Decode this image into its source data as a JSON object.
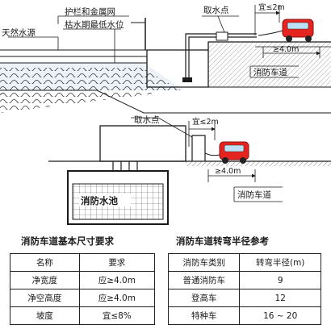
{
  "top": {
    "label_guardrail": "护栏和金属网",
    "label_natural_water": "天然水源",
    "label_dry_season_level": "枯水期最低水位",
    "label_intake": "取水点",
    "label_slope": "宜≤2m",
    "label_width": "≥4.0m",
    "label_lane": "消防车道"
  },
  "bottom": {
    "label_intake": "取水点",
    "label_slope": "宜≤2m",
    "label_width": "≥4.0m",
    "label_lane": "消防车道",
    "label_pool": "消防水池"
  },
  "table_left": {
    "title": "消防车道基本尺寸要求",
    "headers": [
      "名称",
      "要求"
    ],
    "rows": [
      [
        "净宽度",
        "应≥4.0m"
      ],
      [
        "净空高度",
        "应≥4.0m"
      ],
      [
        "坡度",
        "宜≤8%"
      ]
    ]
  },
  "table_right": {
    "title": "消防车道转弯半径参考",
    "headers": [
      "消防车类别",
      "转弯半径(m)"
    ],
    "rows": [
      [
        "普通消防车",
        "9"
      ],
      [
        "登高车",
        "12"
      ],
      [
        "特种车",
        "16 ~ 20"
      ]
    ]
  },
  "colors": {
    "truck": "#e52420",
    "water_tint": "#dfe9f4",
    "line": "#1a1a1a"
  }
}
